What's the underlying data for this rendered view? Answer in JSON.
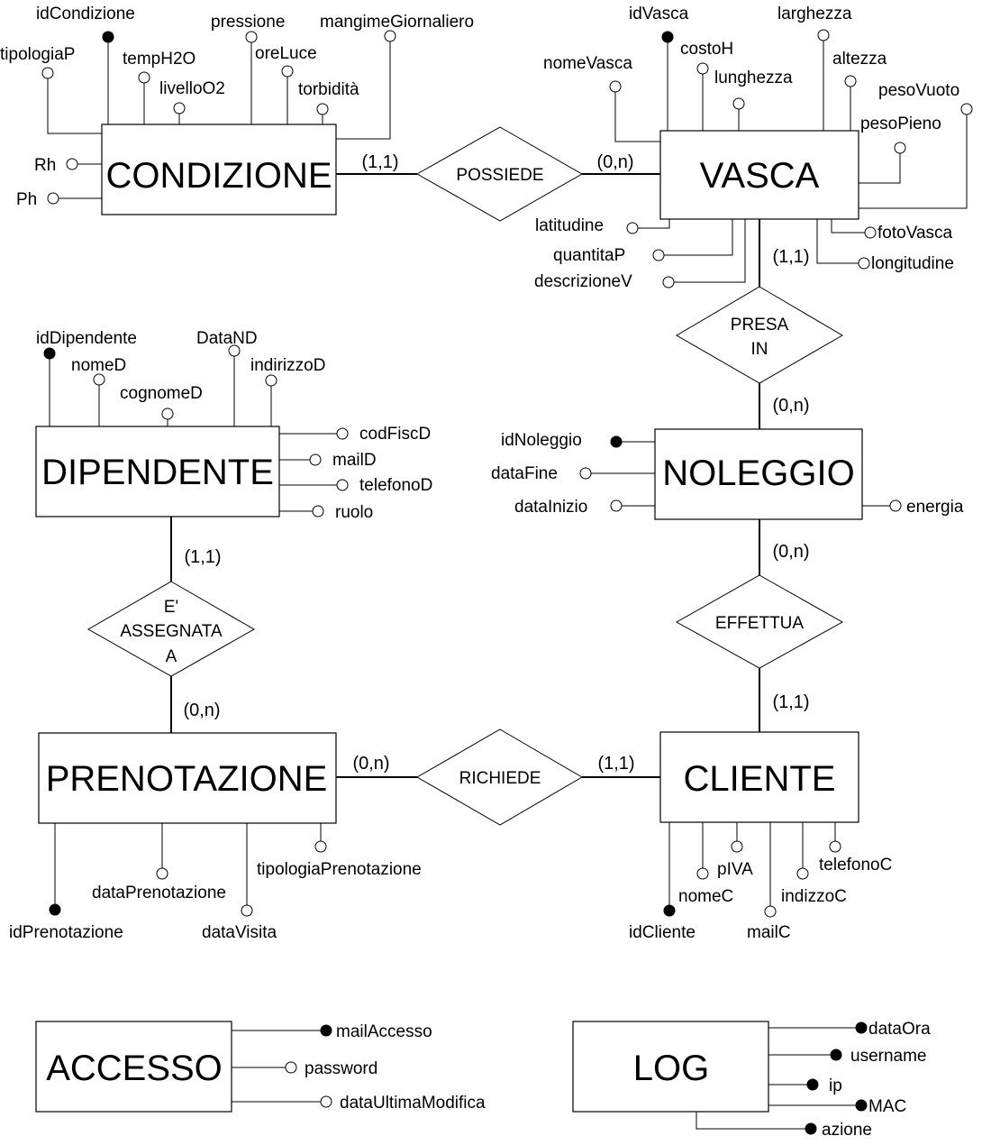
{
  "entities": {
    "condizione": "CONDIZIONE",
    "vasca": "VASCA",
    "dipendente": "DIPENDENTE",
    "noleggio": "NOLEGGIO",
    "prenotazione": "PRENOTAZIONE",
    "cliente": "CLIENTE",
    "accesso": "ACCESSO",
    "log": "LOG"
  },
  "relationships": {
    "possiede": [
      "POSSIEDE"
    ],
    "presa_in": [
      "PRESA",
      "IN"
    ],
    "assegnata": [
      "E'",
      "ASSEGNATA",
      "A"
    ],
    "effettua": [
      "EFFETTUA"
    ],
    "richiede": [
      "RICHIEDE"
    ]
  },
  "cardinalities": {
    "condizione_possiede": "(1,1)",
    "vasca_possiede": "(0,n)",
    "vasca_presa_in": "(1,1)",
    "noleggio_presa_in": "(0,n)",
    "noleggio_effettua": "(0,n)",
    "cliente_effettua": "(1,1)",
    "dipendente_assegnata": "(1,1)",
    "prenotazione_assegnata": "(0,n)",
    "prenotazione_richiede": "(0,n)",
    "cliente_richiede": "(1,1)"
  },
  "attributes": {
    "condizione": {
      "idCondizione": "idCondizione",
      "tipologiaP": "tipologiaP",
      "tempH2O": "tempH2O",
      "livelloO2": "livelloO2",
      "pressione": "pressione",
      "oreLuce": "oreLuce",
      "torbidita": "torbidità",
      "mangimeGiornaliero": "mangimeGiornaliero",
      "rh": "Rh",
      "ph": "Ph"
    },
    "vasca": {
      "idVasca": "idVasca",
      "nomeVasca": "nomeVasca",
      "costoH": "costoH",
      "lunghezza": "lunghezza",
      "larghezza": "larghezza",
      "altezza": "altezza",
      "pesoVuoto": "pesoVuoto",
      "pesoPieno": "pesoPieno",
      "latitudine": "latitudine",
      "quantitaP": "quantitaP",
      "descrizioneV": "descrizioneV",
      "fotoVasca": "fotoVasca",
      "longitudine": "longitudine"
    },
    "dipendente": {
      "idDipendente": "idDipendente",
      "nomeD": "nomeD",
      "cognomeD": "cognomeD",
      "dataND": "DataND",
      "indirizzoD": "indirizzoD",
      "codFiscD": "codFiscD",
      "mailD": "mailD",
      "telefonoD": "telefonoD",
      "ruolo": "ruolo"
    },
    "noleggio": {
      "idNoleggio": "idNoleggio",
      "dataFine": "dataFine",
      "dataInizio": "dataInizio",
      "energia": "energia"
    },
    "prenotazione": {
      "idPrenotazione": "idPrenotazione",
      "dataPrenotazione": "dataPrenotazione",
      "dataVisita": "dataVisita",
      "tipologiaPrenotazione": "tipologiaPrenotazione"
    },
    "cliente": {
      "idCliente": "idCliente",
      "nomeC": "nomeC",
      "pIVA": "pIVA",
      "mailC": "mailC",
      "indizzoC": "indizzoC",
      "telefonoC": "telefonoC"
    },
    "accesso": {
      "mailAccesso": "mailAccesso",
      "password": "password",
      "dataUltimaModifica": "dataUltimaModifica"
    },
    "log": {
      "dataOra": "dataOra",
      "username": "username",
      "ip": "ip",
      "mac": "MAC",
      "azione": "azione"
    }
  }
}
